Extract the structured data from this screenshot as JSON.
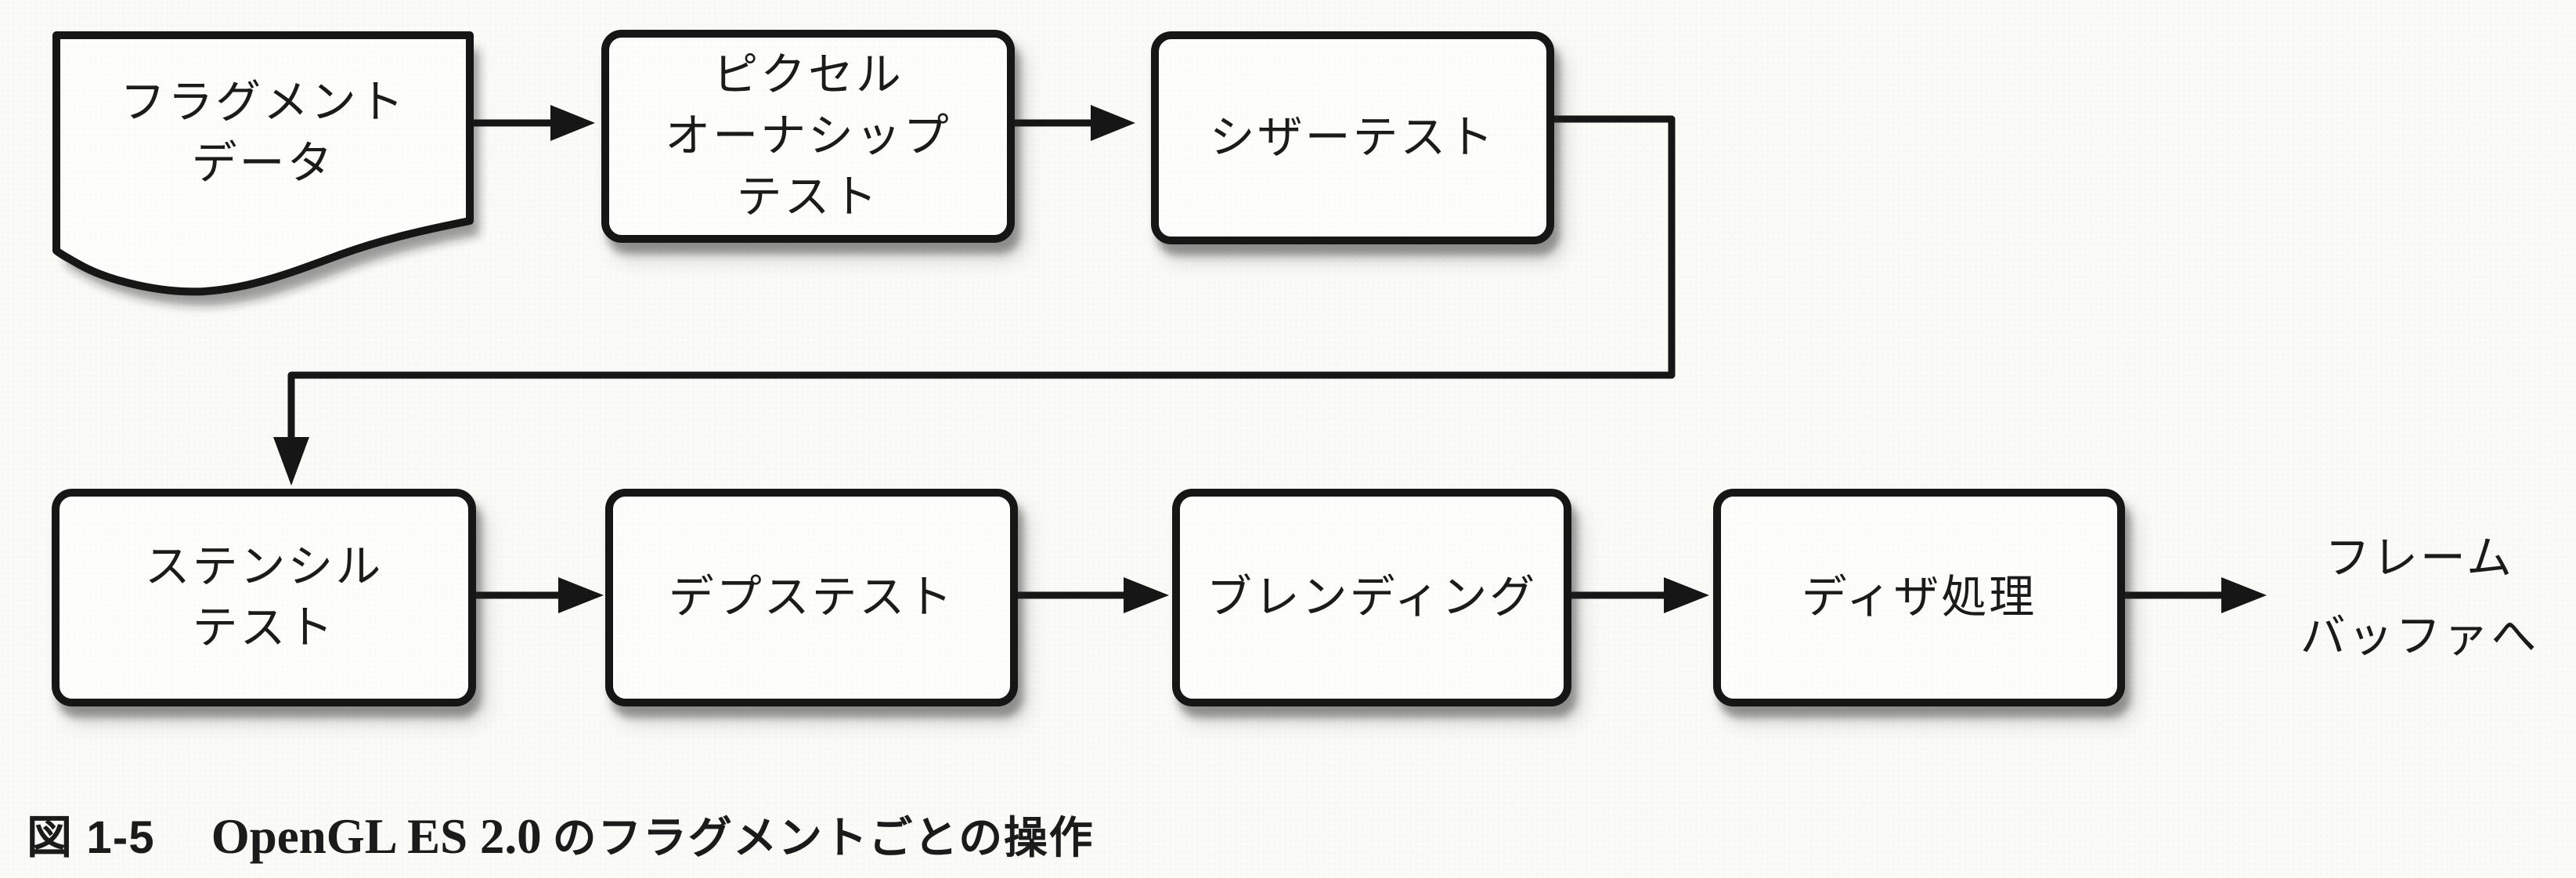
{
  "figure": {
    "colors": {
      "ink": "#161616",
      "paper": "#fafaf7"
    },
    "caption": {
      "label": "図 1-5",
      "title_latin": "OpenGL ES 2.0",
      "title_jp": "のフラグメントごとの操作"
    },
    "nodes": [
      {
        "id": "fragment-data",
        "shape": "document",
        "lines": [
          "フラグメント",
          "データ"
        ]
      },
      {
        "id": "pixel-ownership-test",
        "shape": "box",
        "lines": [
          "ピクセル",
          "オーナシップ",
          "テスト"
        ]
      },
      {
        "id": "scissor-test",
        "shape": "box",
        "lines": [
          "シザーテスト"
        ]
      },
      {
        "id": "stencil-test",
        "shape": "box",
        "lines": [
          "ステンシル",
          "テスト"
        ]
      },
      {
        "id": "depth-test",
        "shape": "box",
        "lines": [
          "デプステスト"
        ]
      },
      {
        "id": "blending",
        "shape": "box",
        "lines": [
          "ブレンディング"
        ]
      },
      {
        "id": "dithering",
        "shape": "box",
        "lines": [
          "ディザ処理"
        ]
      },
      {
        "id": "to-framebuffer",
        "shape": "text",
        "lines": [
          "フレーム",
          "バッファへ"
        ]
      }
    ],
    "edges": [
      {
        "from": "fragment-data",
        "to": "pixel-ownership-test"
      },
      {
        "from": "pixel-ownership-test",
        "to": "scissor-test"
      },
      {
        "from": "scissor-test",
        "to": "stencil-test"
      },
      {
        "from": "stencil-test",
        "to": "depth-test"
      },
      {
        "from": "depth-test",
        "to": "blending"
      },
      {
        "from": "blending",
        "to": "dithering"
      },
      {
        "from": "dithering",
        "to": "to-framebuffer"
      }
    ]
  }
}
